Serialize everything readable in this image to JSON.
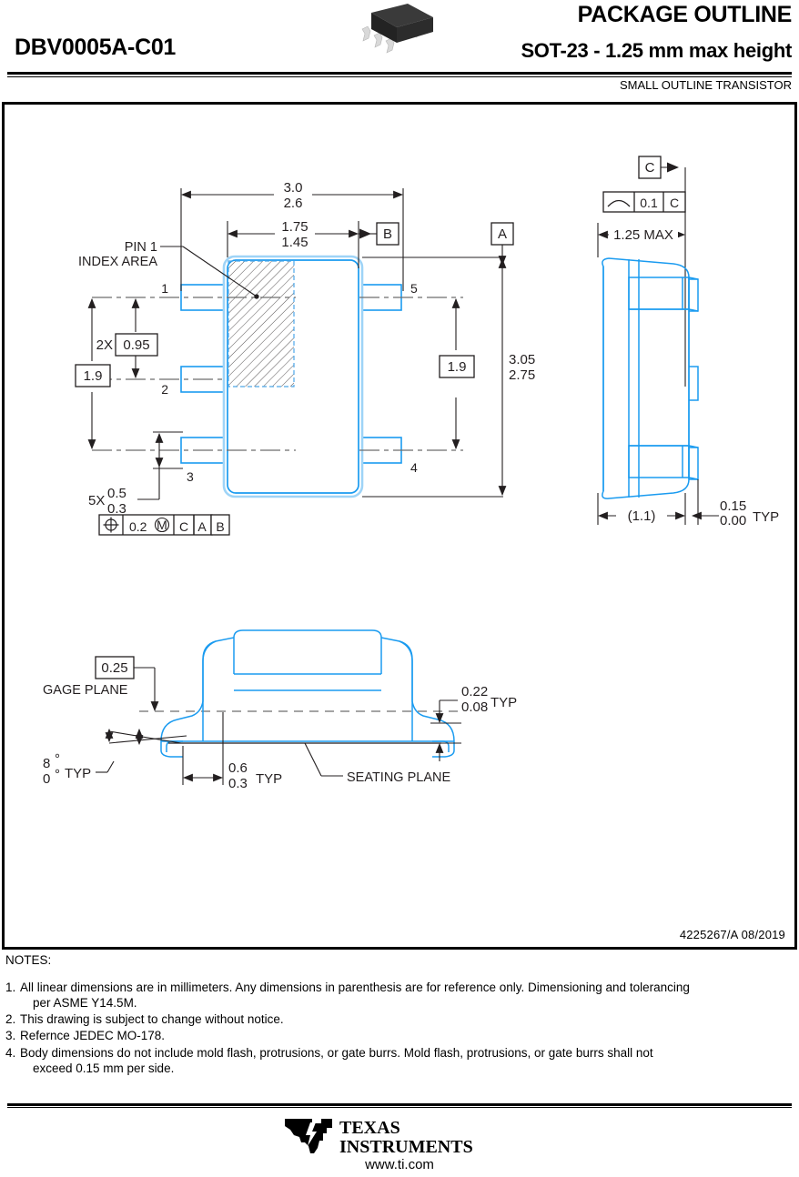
{
  "header": {
    "package_code": "DBV0005A-C01",
    "title": "PACKAGE OUTLINE",
    "subtitle": "SOT-23 - 1.25 mm max height",
    "category": "SMALL OUTLINE TRANSISTOR",
    "chip_image_name": "sot23-package-photo"
  },
  "drawing": {
    "doc_number": "4225267/A   08/2019",
    "top_view": {
      "dim_body_width_max": "3.0",
      "dim_body_width_min": "2.6",
      "dim_index_width_max": "1.75",
      "dim_index_width_min": "1.45",
      "datum_b": "B",
      "datum_a": "A",
      "pin1_label_line1": "PIN 1",
      "pin1_label_line2": "INDEX AREA",
      "pin_numbers": [
        "1",
        "2",
        "3",
        "4",
        "5"
      ],
      "dim_pitch_qty": "2X",
      "dim_pitch": "0.95",
      "dim_span_left": "1.9",
      "dim_span_right": "1.9",
      "dim_body_height_max": "3.05",
      "dim_body_height_min": "2.75",
      "dim_lead_qty": "5X",
      "dim_lead_width_max": "0.5",
      "dim_lead_width_min": "0.3",
      "fcf_position_tol": "0.2",
      "fcf_modifier": "M",
      "fcf_datum_1": "C",
      "fcf_datum_2": "A",
      "fcf_datum_3": "B"
    },
    "side_view": {
      "datum_c": "C",
      "fcf_flatness_tol": "0.1",
      "fcf_flatness_datum": "C",
      "dim_height_max": "1.25 MAX",
      "dim_standoff_ref": "(1.1)",
      "dim_seating_max": "0.15",
      "dim_seating_min": "0.00",
      "dim_seating_note": "TYP"
    },
    "lead_detail": {
      "gage_plane_dim": "0.25",
      "gage_plane_label": "GAGE PLANE",
      "seating_plane_label": "SEATING PLANE",
      "angle_max": "8",
      "angle_min": "0",
      "angle_unit": "°",
      "angle_note": "TYP",
      "dim_lead_len_max": "0.6",
      "dim_lead_len_min": "0.3",
      "dim_lead_len_note": "TYP",
      "dim_lead_thk_max": "0.22",
      "dim_lead_thk_min": "0.08",
      "dim_lead_thk_note": "TYP"
    },
    "colors": {
      "outline_blue": "#1a9bf0",
      "outline_blue_light": "#9fd4f7",
      "line_black": "#231f20"
    }
  },
  "notes": {
    "heading": "NOTES:",
    "items": [
      {
        "number": "1.",
        "line1": "All linear dimensions are in millimeters. Any dimensions in parenthesis are for reference only. Dimensioning and tolerancing",
        "line2": "per ASME Y14.5M."
      },
      {
        "number": "2.",
        "line1": "This drawing is subject to change without notice.",
        "line2": ""
      },
      {
        "number": "3.",
        "line1": "Refernce JEDEC MO-178.",
        "line2": ""
      },
      {
        "number": "4.",
        "line1": "Body dimensions do not include mold flash, protrusions, or gate burrs. Mold flash, protrusions, or gate burrs shall not",
        "line2": "exceed 0.15 mm per side."
      }
    ]
  },
  "footer": {
    "logo_line1": "TEXAS",
    "logo_line2": "INSTRUMENTS",
    "url": "www.ti.com"
  }
}
